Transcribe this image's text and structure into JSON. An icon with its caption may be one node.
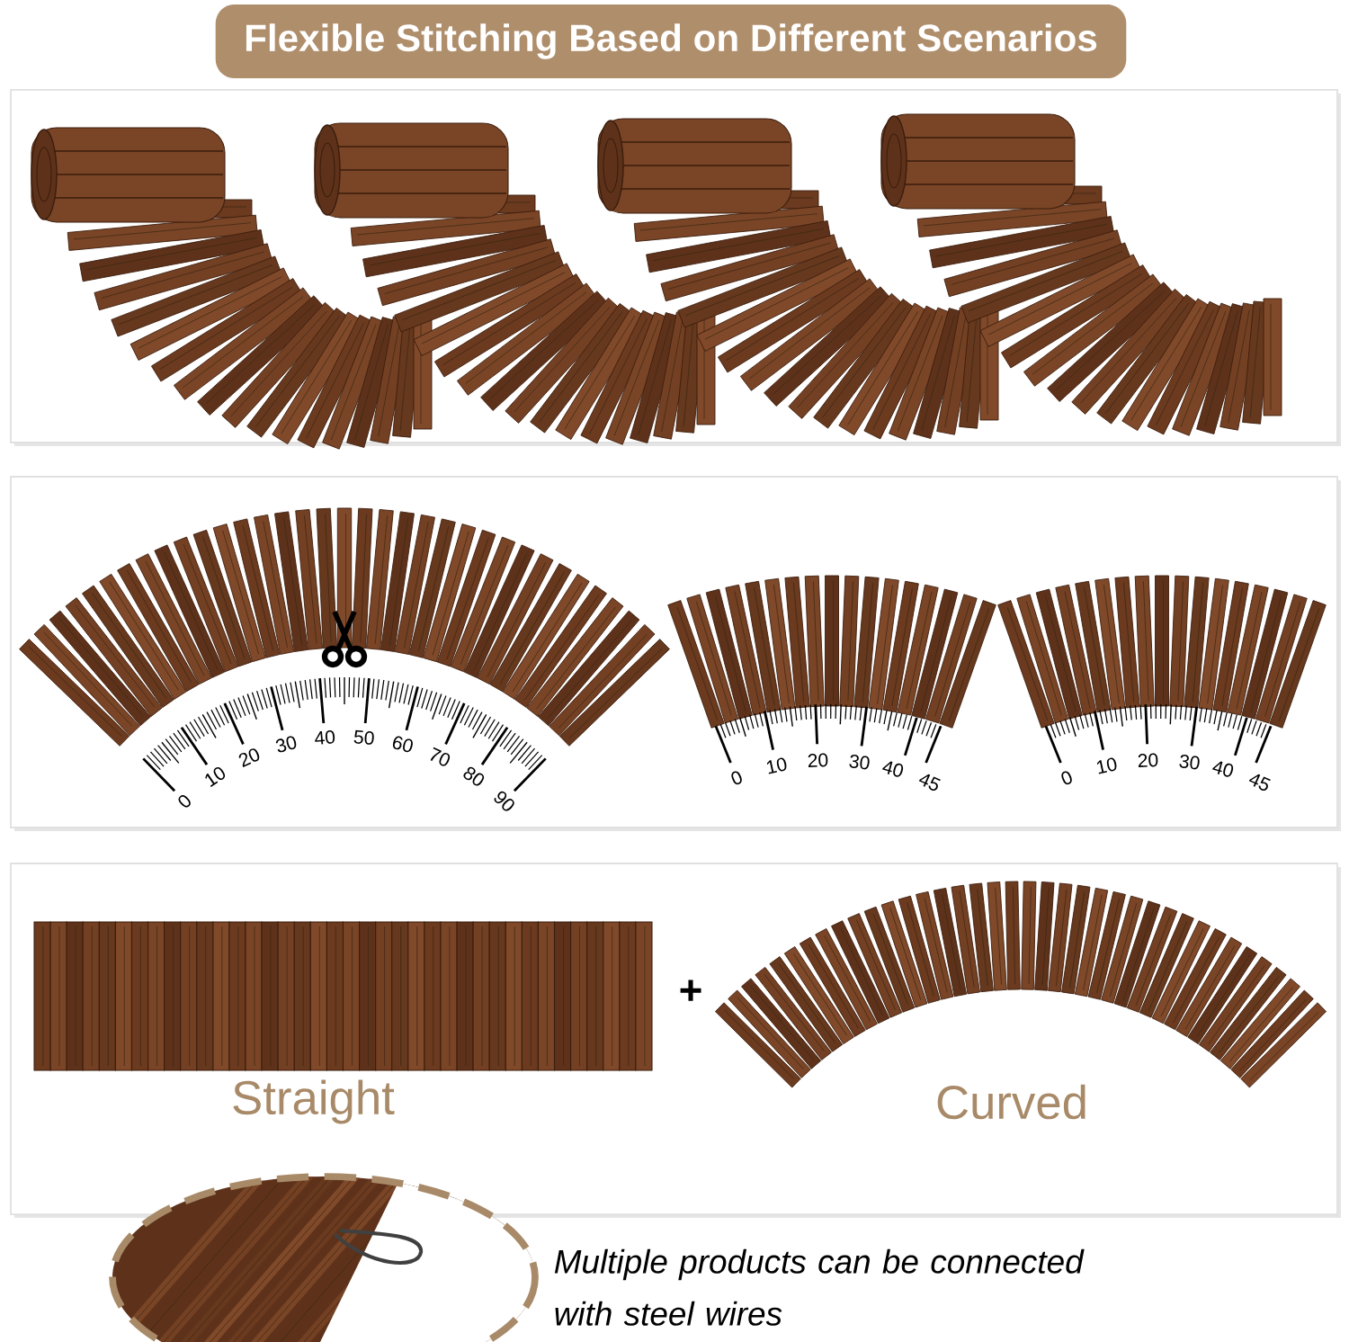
{
  "diagram": {
    "title": "Flexible Stitching Based on Different Scenarios",
    "labels": [
      "0",
      "10",
      "20",
      "30",
      "40",
      "50",
      "60",
      "70",
      "80",
      "90",
      "0",
      "10",
      "20",
      "30",
      "40",
      "45",
      "0",
      "10",
      "20",
      "30",
      "40",
      "45",
      "+",
      "Straight",
      "Curved",
      "Multiple products can be connected with steel wires"
    ]
  }
}
